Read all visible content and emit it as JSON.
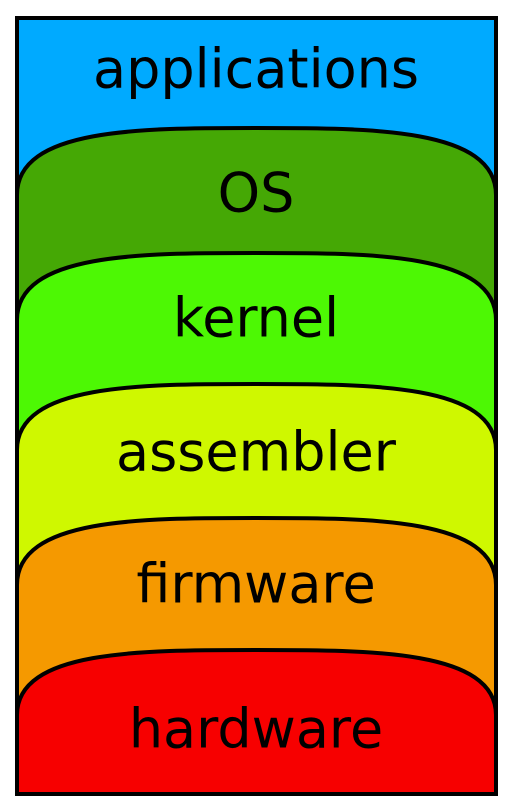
{
  "diagram": {
    "layers": [
      {
        "label": "applications",
        "color": "#00AAFF"
      },
      {
        "label": "OS",
        "color": "#45A805"
      },
      {
        "label": "kernel",
        "color": "#4DF804"
      },
      {
        "label": "assembler",
        "color": "#CFF800"
      },
      {
        "label": "firmware",
        "color": "#F59900"
      },
      {
        "label": "hardware",
        "color": "#F70000"
      }
    ],
    "outline_color": "#000000"
  }
}
